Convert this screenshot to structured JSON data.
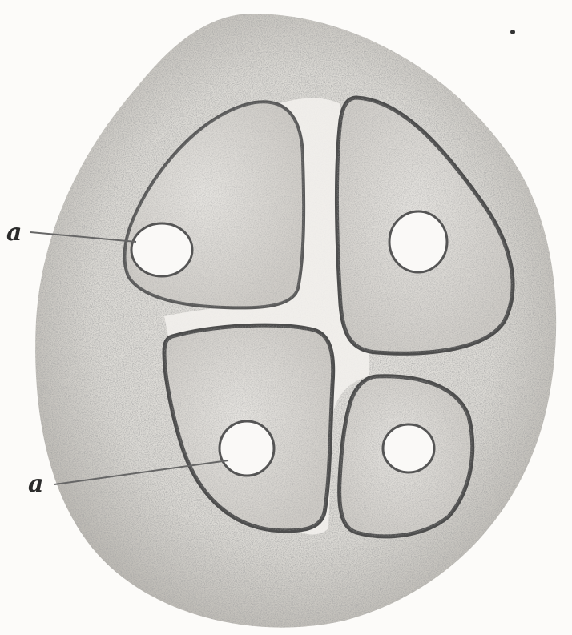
{
  "figure": {
    "labels": [
      {
        "id": "upper",
        "text": "a"
      },
      {
        "id": "lower",
        "text": "a"
      }
    ],
    "colors": {
      "paper": "#fcfbf9",
      "stipple": "#6b6b6b",
      "outline": "#5a5a5a",
      "cell_fill": "#e4e2de"
    }
  }
}
